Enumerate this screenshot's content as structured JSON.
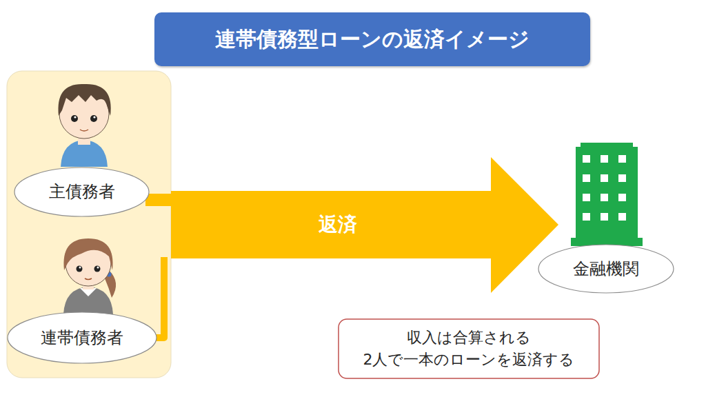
{
  "diagram": {
    "title": "連帯債務型ローンの返済イメージ",
    "nodes": [
      {
        "text": [
          "主債務者"
        ]
      },
      {
        "text": [
          "連帯債務者"
        ]
      },
      {
        "text": [
          "金融機関"
        ]
      },
      {
        "text": [
          "収入は合算される",
          "2人で一本のローンを返済する"
        ]
      }
    ],
    "edges": [
      {
        "from": 0,
        "to": 2,
        "arrow": "to",
        "label": "返済"
      },
      {
        "from": 1,
        "to": 2,
        "arrow": "to"
      }
    ]
  }
}
